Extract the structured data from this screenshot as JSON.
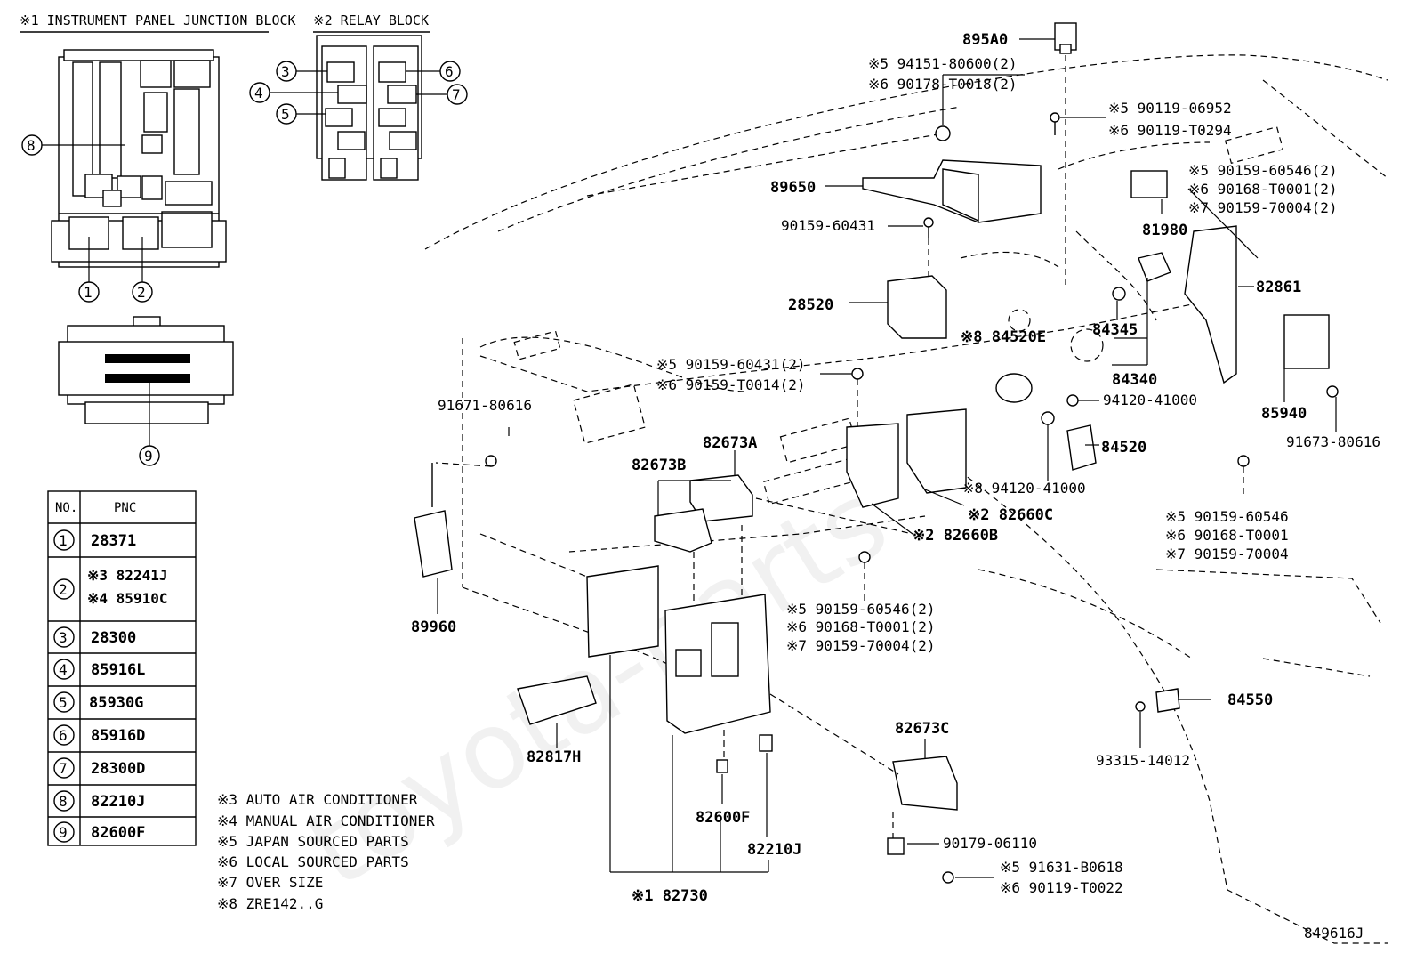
{
  "titles": {
    "junction_block": "※1 INSTRUMENT PANEL JUNCTION BLOCK",
    "relay_block": "※2 RELAY BLOCK"
  },
  "circle_numbers": [
    "1",
    "2",
    "3",
    "4",
    "5",
    "6",
    "7",
    "8",
    "9"
  ],
  "table": {
    "headers": [
      "NO.",
      "PNC"
    ],
    "rows": [
      {
        "no": "1",
        "pnc": [
          "28371"
        ]
      },
      {
        "no": "2",
        "pnc": [
          "※3 82241J",
          "※4 85910C"
        ]
      },
      {
        "no": "3",
        "pnc": [
          "28300"
        ]
      },
      {
        "no": "4",
        "pnc": [
          "85916L"
        ]
      },
      {
        "no": "5",
        "pnc": [
          "85930G"
        ]
      },
      {
        "no": "6",
        "pnc": [
          "85916D"
        ]
      },
      {
        "no": "7",
        "pnc": [
          "28300D"
        ]
      },
      {
        "no": "8",
        "pnc": [
          "82210J"
        ]
      },
      {
        "no": "9",
        "pnc": [
          "82600F"
        ]
      }
    ]
  },
  "notes": [
    "※3 AUTO AIR CONDITIONER",
    "※4 MANUAL AIR CONDITIONER",
    "※5 JAPAN SOURCED PARTS",
    "※6 LOCAL SOURCED PARTS",
    "※7 OVER SIZE",
    "※8 ZRE142..G"
  ],
  "labels": {
    "p895A0": "895A0",
    "p94151": "※5 94151-80600(2)",
    "p90178": "※6 90178-T0018(2)",
    "p90119_06952": "※5 90119-06952",
    "p90119_T0294": "※6 90119-T0294",
    "p89650": "89650",
    "p90159_60546_2": "※5 90159-60546(2)",
    "p90168_T0001_2": "※6 90168-T0001(2)",
    "p90159_70004_2": "※7 90159-70004(2)",
    "p81980": "81980",
    "p90159_60431": "90159-60431",
    "p82861": "82861",
    "p28520": "28520",
    "p84345": "84345",
    "p84520E": "※8 84520E",
    "p84340": "84340",
    "p94120_top": "94120-41000",
    "p85940": "85940",
    "p90159_60431_2": "※5 90159-60431(2)",
    "p90159_T0014_2": "※6 90159-T0014(2)",
    "p91671": "91671-80616",
    "p91673": "91673-80616",
    "p82673A": "82673A",
    "p84520": "84520",
    "p82673B": "82673B",
    "p94120_bot": "※8 94120-41000",
    "p82660C": "※2 82660C",
    "p90159_60546": "※5 90159-60546",
    "p82660B": "※2 82660B",
    "p90168_T0001": "※6 90168-T0001",
    "p90159_70004": "※7 90159-70004",
    "p89960": "89960",
    "p90159_60546_2b": "※5 90159-60546(2)",
    "p90168_T0001_2b": "※6 90168-T0001(2)",
    "p90159_70004_2b": "※7 90159-70004(2)",
    "p84550": "84550",
    "p82817H": "82817H",
    "p82673C": "82673C",
    "p93315": "93315-14012",
    "p82600F": "82600F",
    "p82210J": "82210J",
    "p90179": "90179-06110",
    "p91631": "※5 91631-B0618",
    "p90119_T0022": "※6 90119-T0022",
    "p82730": "※1 82730",
    "ref": "849616J"
  }
}
